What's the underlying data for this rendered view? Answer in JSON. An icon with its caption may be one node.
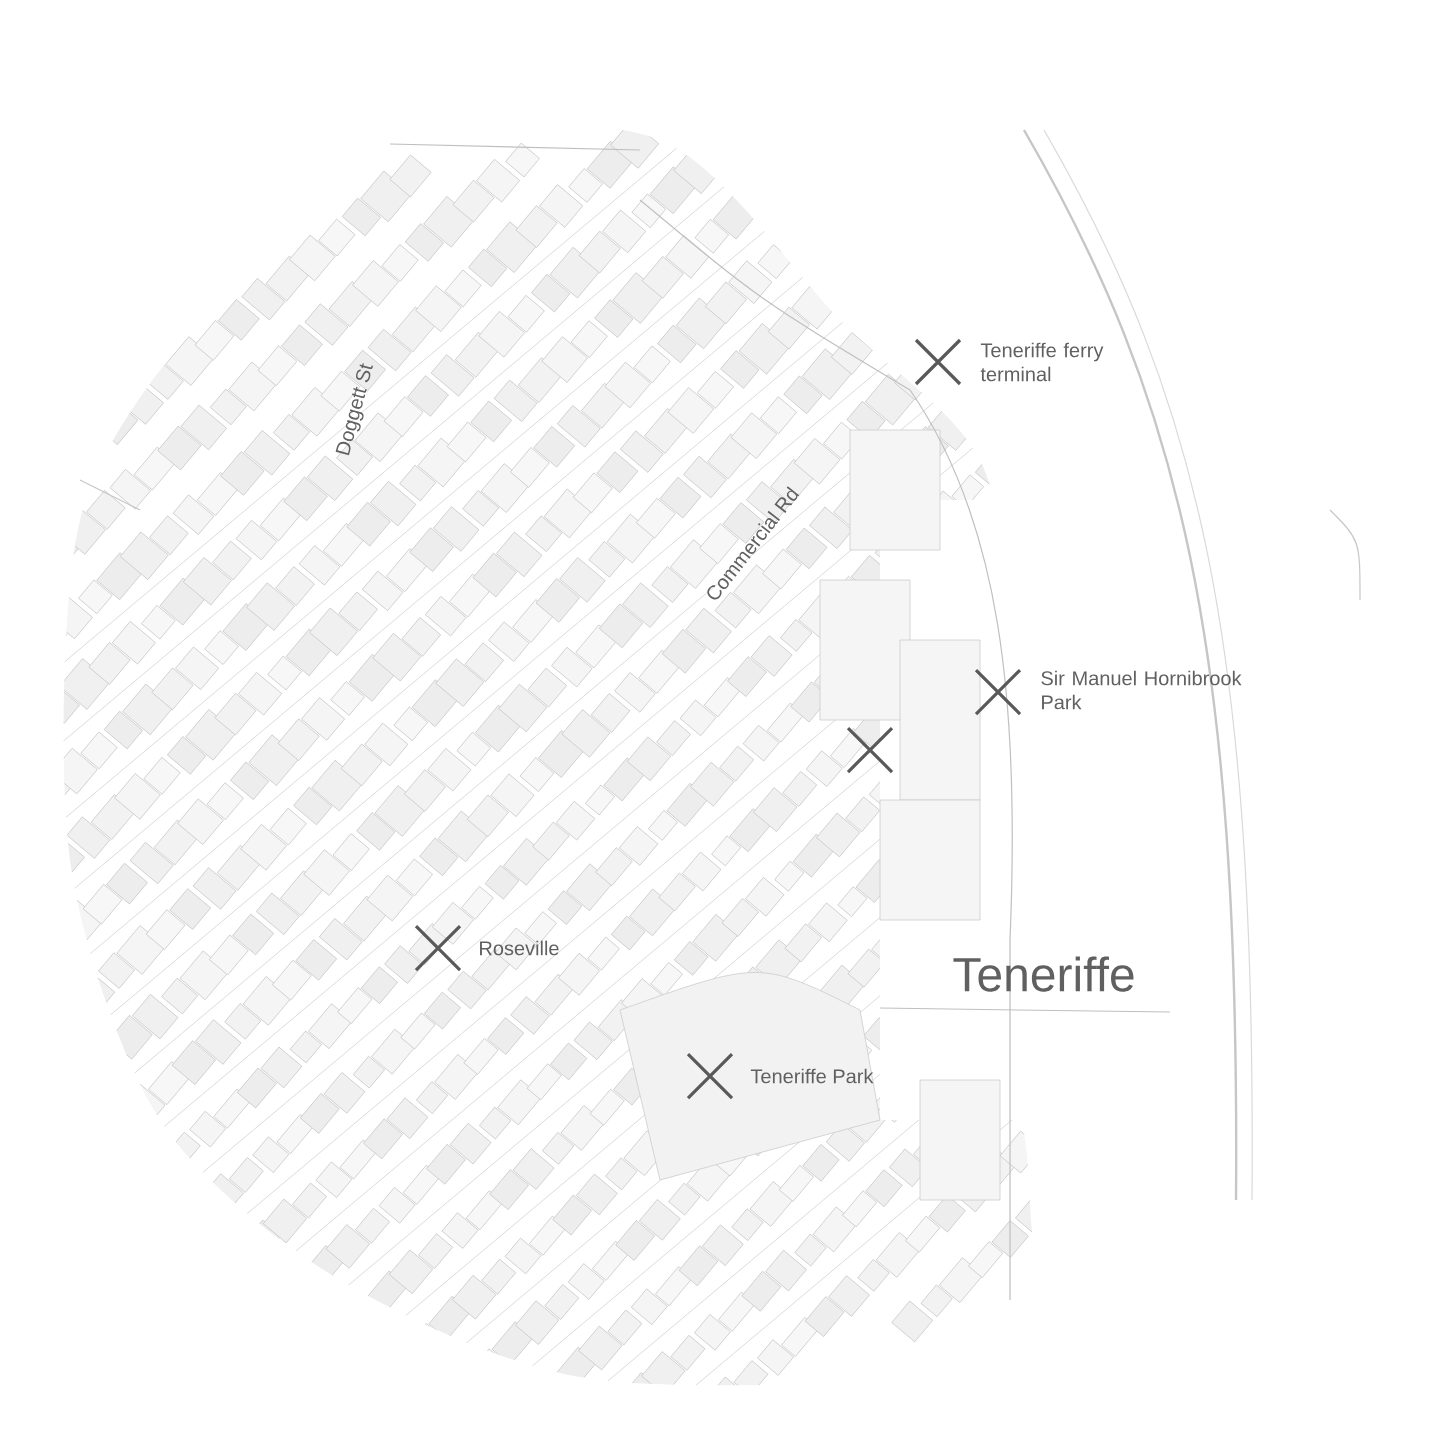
{
  "diagram": {
    "labels": [
      "Teneriffe ferry terminal",
      "Doggett St",
      "Commercial Rd",
      "Sir Manuel Hornibrook Park",
      "Roseville",
      "Teneriffe",
      "Teneriffe Park"
    ]
  }
}
